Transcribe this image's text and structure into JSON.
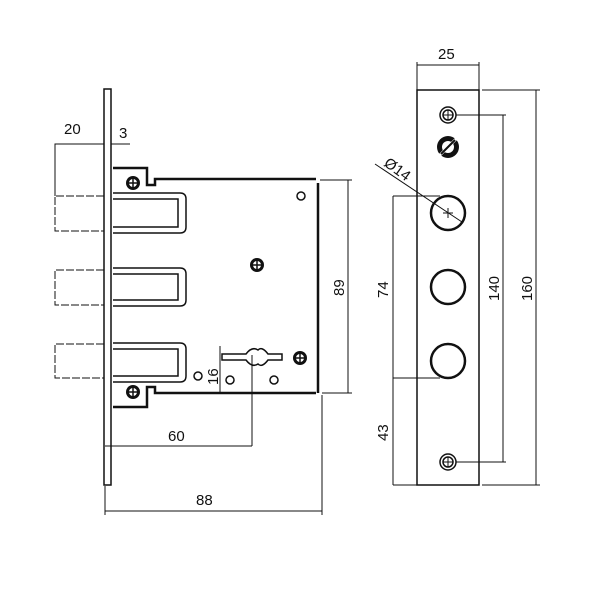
{
  "title": "Mortise lock technical drawing",
  "side_view": {
    "dims": {
      "bolt_projection": "20",
      "faceplate_thickness": "3",
      "body_height": "89",
      "backset": "60",
      "key_offset": "16",
      "total_depth": "88"
    }
  },
  "front_view": {
    "dims": {
      "width": "25",
      "hole_diameter": "Ø14",
      "bolt_span": "74",
      "bottom_offset": "43",
      "screw_span": "140",
      "length": "160"
    }
  },
  "colors": {
    "line": "#111111",
    "background": "#ffffff"
  }
}
